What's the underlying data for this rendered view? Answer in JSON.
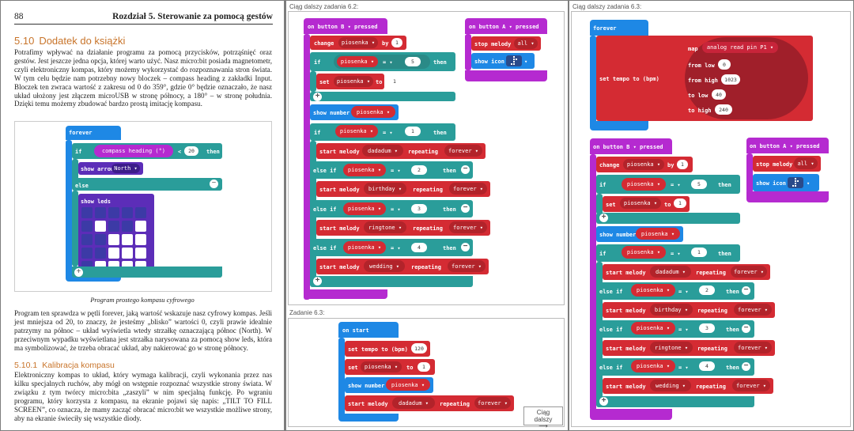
{
  "page1": {
    "page_number": "88",
    "chapter_title": "Rozdział 5. Sterowanie za pomocą gestów",
    "section_number": "5.10",
    "section_title": "Dodatek do książki",
    "paragraph1": "Potrafimy wpływać na działanie programu za pomocą przycisków, potrząśnięć oraz gestów. Jest jeszcze jedna opcja, której warto użyć. Nasz micro:bit posiada magnetometr, czyli elektroniczny kompas, który możemy wykorzystać do rozpoznawania stron świata. W tym celu będzie nam potrzebny nowy bloczek – compass heading z zakładki Input. Bloczek ten zwraca wartość z zakresu od 0 do 359°, gdzie 0° będzie oznaczało, że nasz układ ułożony jest złączem microUSB w stronę północy, a 180° – w stronę południa. Dzięki temu możemy zbudować bardzo prostą imitację kompasu.",
    "figure": {
      "forever": "forever",
      "if": "if",
      "compass": "compass heading (°)",
      "op": "<",
      "value": "20",
      "then": "then",
      "show_arrow": "show arrow",
      "arrow_dir": "North",
      "else": "else",
      "show_leds": "show leds",
      "caption": "Program prostego kompasu cyfrowego"
    },
    "paragraph2": "Program ten sprawdza w pętli forever, jaką wartość wskazuje nasz cyfrowy kompas. Jeśli jest mniejsza od 20, to znaczy, że jesteśmy „blisko” wartości 0, czyli prawie idealnie patrzymy na północ – układ wyświetla wtedy strzałkę oznaczającą północ (North). W przeciwnym wypadku wyświetlana jest strzałka narysowana za pomocą show leds, która ma symbolizować, że trzeba obracać układ, aby nakierować go w stronę północy.",
    "subsection_number": "5.10.1",
    "subsection_title": "Kalibracja kompasu",
    "paragraph3": "Elektroniczny kompas to układ, który wymaga kalibracji, czyli wykonania przez nas kilku specjalnych ruchów, aby mógł on wstępnie rozpoznać wszystkie strony świata. W związku z tym twórcy micro:bita „zaszyli” w nim specjalną funkcję. Po wgraniu programu, który korzysta z kompasu, na ekranie pojawi się napis: „TILT TO FILL SCREEN”, co oznacza, że mamy zacząć obracać micro:bit we wszystkie możliwe strony, aby na ekranie świeciły się wszystkie diody."
  },
  "page2": {
    "label_top": "Ciąg dalszy zadania 6.2:",
    "label_bottom": "Zadanie 6.3:",
    "next_button": "Ciąg dalszy",
    "onB": "on button  B  ▾  pressed",
    "change": "change",
    "var": "piosenka",
    "by": "by",
    "one": "1",
    "if": "if",
    "eq": "= ▾",
    "five": "5",
    "then": "then",
    "set": "set",
    "to": "to",
    "show_number": "show number",
    "start_melody": "start melody",
    "repeating": "repeating",
    "forever_opt": "forever ▾",
    "else_if": "else if",
    "melodies": [
      "dadadum ▾",
      "birthday ▾",
      "ringtone ▾",
      "wedding ▾"
    ],
    "nums": [
      "1",
      "2",
      "3",
      "4"
    ],
    "onA": "on button  A  ▾  pressed",
    "stop_melody": "stop melody",
    "all": "all ▾",
    "show_icon": "show icon",
    "on_start": "on start",
    "set_tempo": "set tempo to (bpm)",
    "tempo": "120"
  },
  "page3": {
    "label_top": "Ciąg dalszy zadania 6.3:",
    "forever": "forever",
    "set_tempo": "set tempo to (bpm)",
    "map": "map",
    "analog": "analog read pin  P1 ▾",
    "from_low": "from low",
    "from_high": "from high",
    "to_low": "to low",
    "to_high": "to high",
    "v_from_low": "0",
    "v_from_high": "1023",
    "v_to_low": "40",
    "v_to_high": "240"
  },
  "colors": {
    "teal": "#2a9d9a",
    "purple": "#b52ad0",
    "red": "#d42b33",
    "darkred": "#b2232a",
    "blue": "#1e88e5",
    "indigo": "#5c2db8",
    "pink": "#d72d6c",
    "orange": "#c8742a"
  }
}
